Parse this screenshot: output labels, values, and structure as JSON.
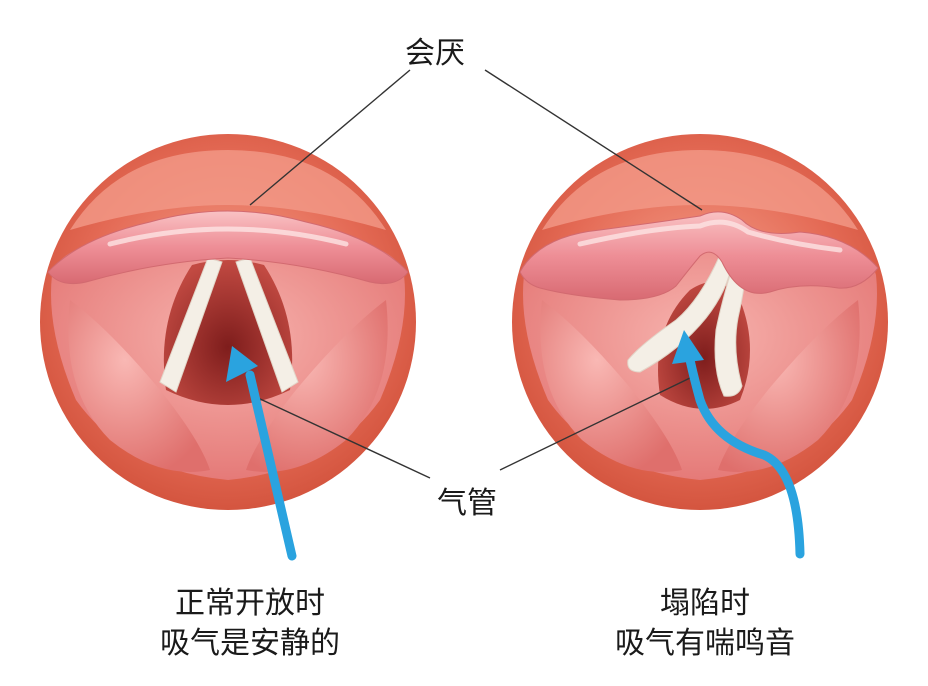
{
  "labels": {
    "epiglottis": "会厌",
    "trachea": "气管"
  },
  "captions": {
    "normal": {
      "line1": "正常开放时",
      "line2": "吸气是安静的"
    },
    "collapsed": {
      "line1": "塌陷时",
      "line2": "吸气有喘鸣音"
    }
  },
  "colors": {
    "background": "#ffffff",
    "outer_tissue": "#e0654f",
    "inner_tissue": "#f08a86",
    "epiglottis": "#ef8c95",
    "airway": "#a8322c",
    "vocal_cords": "#f4efe6",
    "arrow": "#2aa3df",
    "leader_line": "#333333"
  },
  "icons": [
    "airflow-arrow",
    "airway-open-illustration",
    "airway-collapsed-illustration"
  ]
}
